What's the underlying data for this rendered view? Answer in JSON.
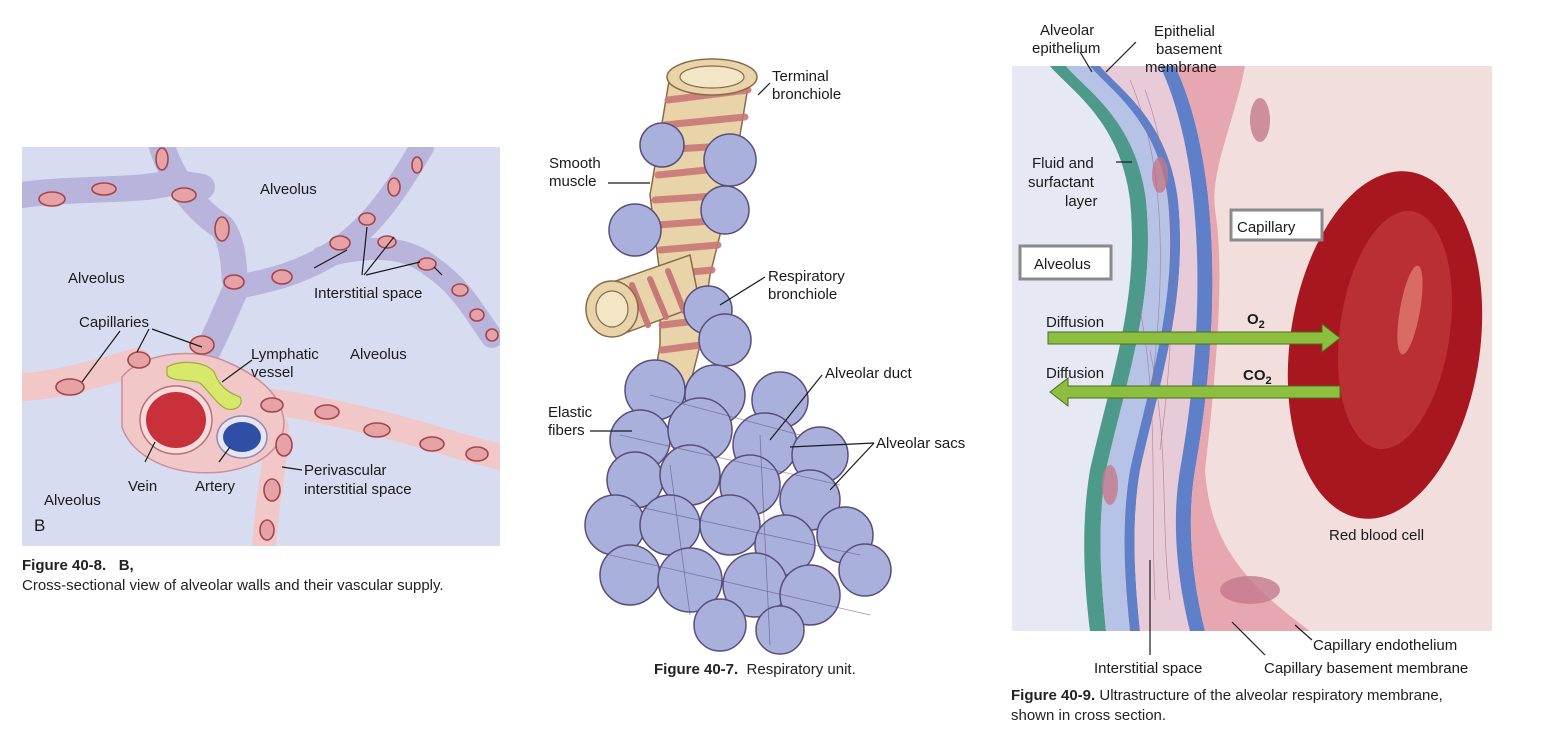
{
  "figure_40_8": {
    "labels": {
      "alveolus_top": "Alveolus",
      "alveolus_left": "Alveolus",
      "alveolus_right": "Alveolus",
      "alveolus_bottom": "Alveolus",
      "interstitial_space": "Interstitial space",
      "capillaries": "Capillaries",
      "lymphatic_line1": "Lymphatic",
      "lymphatic_line2": "vessel",
      "vein": "Vein",
      "artery": "Artery",
      "perivascular_line1": "Perivascular",
      "perivascular_line2": "interstitial space",
      "panel_letter": "B"
    },
    "caption": {
      "number": "Figure 40-8.",
      "panel": "B,",
      "text": "Cross-sectional view of alveolar walls and their vascular supply."
    },
    "colors": {
      "background": "#d8dcf0",
      "septum": "#b8b4dc",
      "capillary_wall": "#f2c7c7",
      "rbc": "#c9524e",
      "lymph": "#d7e86a",
      "vein": "#c8303a",
      "artery": "#2f4fa6"
    }
  },
  "figure_40_7": {
    "labels": {
      "terminal_line1": "Terminal",
      "terminal_line2": "bronchiole",
      "smooth_line1": "Smooth",
      "smooth_line2": "muscle",
      "respiratory_line1": "Respiratory",
      "respiratory_line2": "bronchiole",
      "alveolar_duct": "Alveolar duct",
      "elastic_line1": "Elastic",
      "elastic_line2": "fibers",
      "alveolar_sacs": "Alveolar sacs"
    },
    "caption": {
      "number": "Figure 40-7.",
      "text": "Respiratory unit."
    },
    "colors": {
      "tube": "#e8d4a8",
      "muscle": "#c87878",
      "sac": "#a9b0dc",
      "sac_line": "#5a4d7a"
    }
  },
  "figure_40_9": {
    "labels": {
      "alveolar_epithelium_line1": "Alveolar",
      "alveolar_epithelium_line2": "epithelium",
      "epithelial_bm_line1": "Epithelial",
      "epithelial_bm_line2": "basement",
      "epithelial_bm_line3": "membrane",
      "fluid_line1": "Fluid and",
      "fluid_line2": "surfactant",
      "fluid_line3": "layer",
      "alveolus_box": "Alveolus",
      "capillary_box": "Capillary",
      "diffusion_1": "Diffusion",
      "diffusion_2": "Diffusion",
      "o2": "O",
      "o2_sub": "2",
      "co2": "CO",
      "co2_sub": "2",
      "red_blood_cell": "Red blood cell",
      "capillary_endothelium": "Capillary endothelium",
      "interstitial_space": "Interstitial space",
      "capillary_bm": "Capillary basement membrane"
    },
    "caption": {
      "number": "Figure 40-9.",
      "text_line1": "Ultrastructure of the alveolar respiratory membrane,",
      "text_line2": "shown in cross section."
    },
    "colors": {
      "background": "#f3dede",
      "epithelium_green": "#4e9a8a",
      "membrane_blue": "#5f7fc8",
      "capillary_pink": "#e7a7b0",
      "rbc": "#a8161f",
      "arrow_green": "#8cbf3f"
    }
  }
}
